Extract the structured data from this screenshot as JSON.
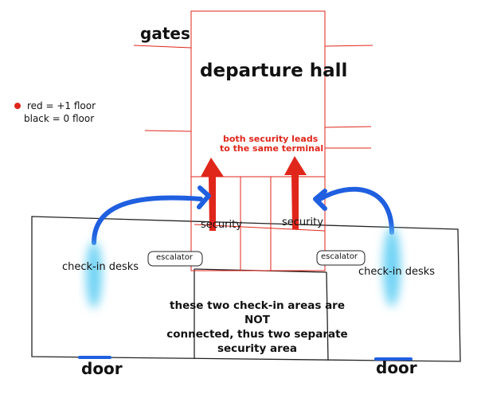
{
  "labels": {
    "gates": "gates",
    "departure_hall": "departure hall",
    "legend_red": "red = +1 floor",
    "legend_black": "black = 0 floor",
    "security_note_line1": "both security  leads",
    "security_note_line2": "to the same terminal",
    "security_left": "security",
    "security_right": "security",
    "escalator_left": "escalator",
    "escalator_right": "escalator",
    "checkin_left": "check-in desks",
    "checkin_right": "check-in desks",
    "note_line1": "these two check-in areas are NOT",
    "note_line2": "connected, thus two separate",
    "note_line3": "security area",
    "door_left": "door",
    "door_right": "door"
  },
  "colors": {
    "upper_floor": "#e0261b",
    "ground_floor": "#222222",
    "flow_arrow": "#1f5fe0",
    "checkin_highlight": "#6fd3f5",
    "door_mark": "#1f5fe0"
  }
}
